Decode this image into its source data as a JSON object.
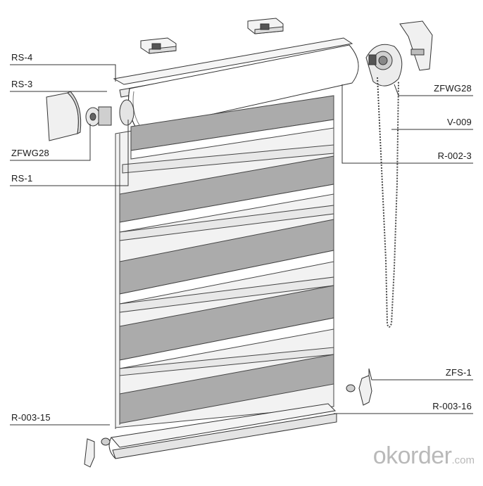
{
  "labels": {
    "rs4": "RS-4",
    "rs3": "RS-3",
    "zfwg28_left": "ZFWG28",
    "rs1": "RS-1",
    "r00315": "R-003-15",
    "zfwg28_right": "ZFWG28",
    "v009": "V-009",
    "r0023": "R-002-3",
    "zfs1": "ZFS-1",
    "r00316": "R-003-16"
  },
  "watermark": {
    "main": "okorder",
    "suffix": ".com"
  },
  "colors": {
    "line": "#333333",
    "dark_band": "#a9a9a9",
    "light_band": "#ececec",
    "white_band": "#ffffff",
    "watermark": "#b9b9b9"
  }
}
